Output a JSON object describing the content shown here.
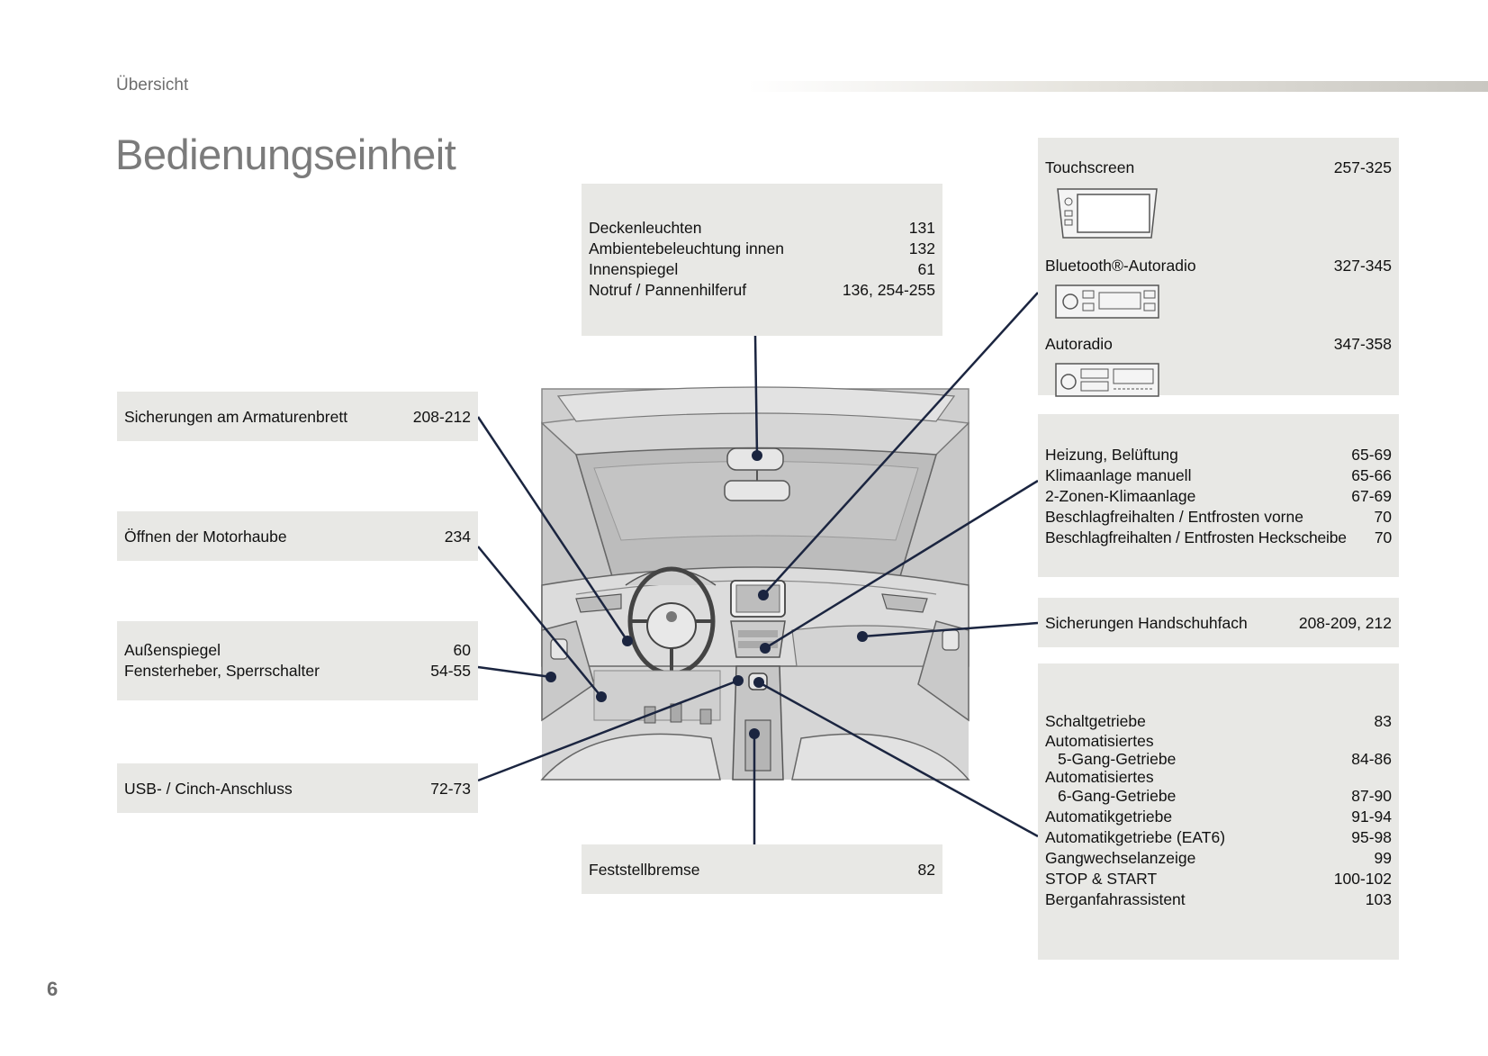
{
  "header": {
    "section": "Übersicht",
    "title": "Bedienungseinheit",
    "page_number": "6"
  },
  "boxes": {
    "top_center": {
      "rows": [
        {
          "label": "Deckenleuchten",
          "page": "131"
        },
        {
          "label": "Ambientebeleuchtung innen",
          "page": "132"
        },
        {
          "label": "Innenspiegel",
          "page": "61"
        },
        {
          "label": "Notruf / Pannenhilferuf",
          "page": "136, 254-255"
        }
      ]
    },
    "fuses_dashboard": {
      "label": "Sicherungen am Armaturenbrett",
      "page": "208-212"
    },
    "bonnet": {
      "label": "Öffnen der Motorhaube",
      "page": "234"
    },
    "mirrors": {
      "rows": [
        {
          "label": "Außenspiegel",
          "page": "60"
        },
        {
          "label": "Fensterheber, Sperrschalter",
          "page": "54-55"
        }
      ]
    },
    "usb": {
      "label": "USB- / Cinch-Anschluss",
      "page": "72-73"
    },
    "parking_brake": {
      "label": "Feststellbremse",
      "page": "82"
    },
    "audio": {
      "touchscreen": {
        "label": "Touchscreen",
        "page": "257-325",
        "icon": "touchscreen-icon"
      },
      "bluetooth": {
        "label": "Bluetooth®-Autoradio",
        "page": "327-345",
        "icon": "bluetooth-radio-icon"
      },
      "radio": {
        "label": "Autoradio",
        "page": "347-358",
        "icon": "car-radio-icon"
      }
    },
    "climate": {
      "rows": [
        {
          "label": "Heizung, Belüftung",
          "page": "65-69"
        },
        {
          "label": "Klimaanlage manuell",
          "page": "65-66"
        },
        {
          "label": "2-Zonen-Klimaanlage",
          "page": "67-69"
        },
        {
          "label": "Beschlagfreihalten / Entfrosten vorne",
          "page": "70"
        },
        {
          "label": "Beschlagfreihalten / Entfrosten Heckscheibe",
          "page": "70"
        }
      ]
    },
    "fuses_glovebox": {
      "label": "Sicherungen Handschuhfach",
      "page": "208-209, 212"
    },
    "gearbox": {
      "rows": [
        {
          "label": "Schaltgetriebe",
          "page": "83"
        },
        {
          "label": "Automatisiertes",
          "page": ""
        },
        {
          "label": "5-Gang-Getriebe",
          "page": "84-86"
        },
        {
          "label": "Automatisiertes",
          "page": ""
        },
        {
          "label": "6-Gang-Getriebe",
          "page": "87-90"
        },
        {
          "label": "Automatikgetriebe",
          "page": "91-94"
        },
        {
          "label": "Automatikgetriebe (EAT6)",
          "page": "95-98"
        },
        {
          "label": "Gangwechselanzeige",
          "page": "99"
        },
        {
          "label": "STOP & START",
          "page": "100-102"
        },
        {
          "label": "Berganfahrassistent",
          "page": "103"
        }
      ]
    }
  },
  "illustration": {
    "icon": "car-dashboard-illustration"
  },
  "colors": {
    "box_bg": "#e8e8e5",
    "title": "#7b7b7b",
    "callout_line": "#1b2540"
  }
}
